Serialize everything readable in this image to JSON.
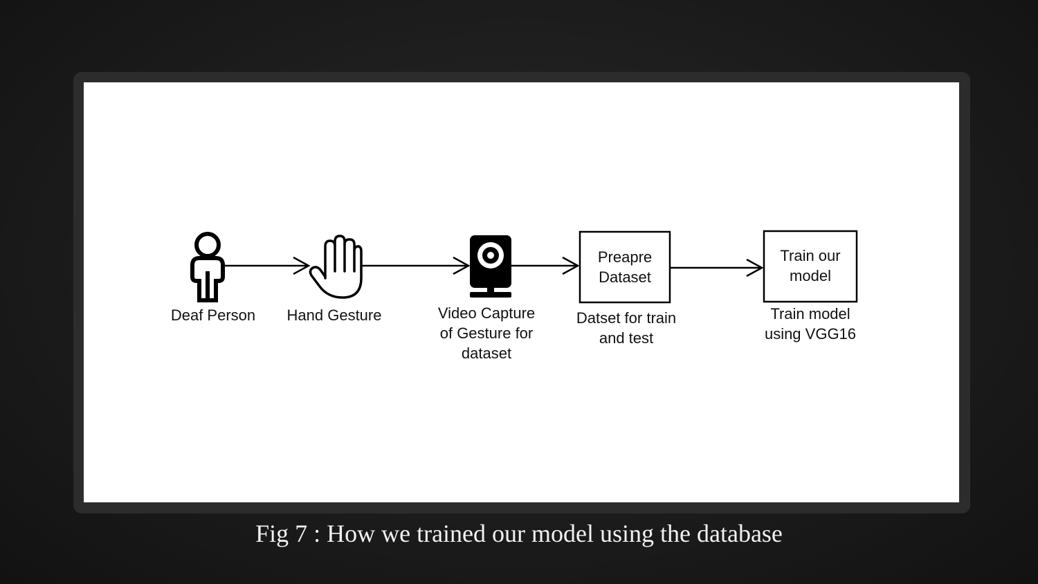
{
  "diagram": {
    "nodes": [
      {
        "id": "deaf-person",
        "icon": "person-icon",
        "label": "Deaf Person"
      },
      {
        "id": "hand-gesture",
        "icon": "hand-icon",
        "label": "Hand Gesture"
      },
      {
        "id": "video-capture",
        "icon": "webcam-icon",
        "label_lines": [
          "Video Capture",
          "of Gesture for",
          "dataset"
        ]
      },
      {
        "id": "prepare-dataset",
        "box_lines": [
          "Preapre",
          "Dataset"
        ],
        "label_lines": [
          "Datset for train",
          "and test"
        ]
      },
      {
        "id": "train-model",
        "box_lines": [
          "Train our",
          "model"
        ],
        "label_lines": [
          "Train model",
          "using VGG16"
        ]
      }
    ]
  },
  "caption": "Fig 7 : How we trained our model using the database"
}
